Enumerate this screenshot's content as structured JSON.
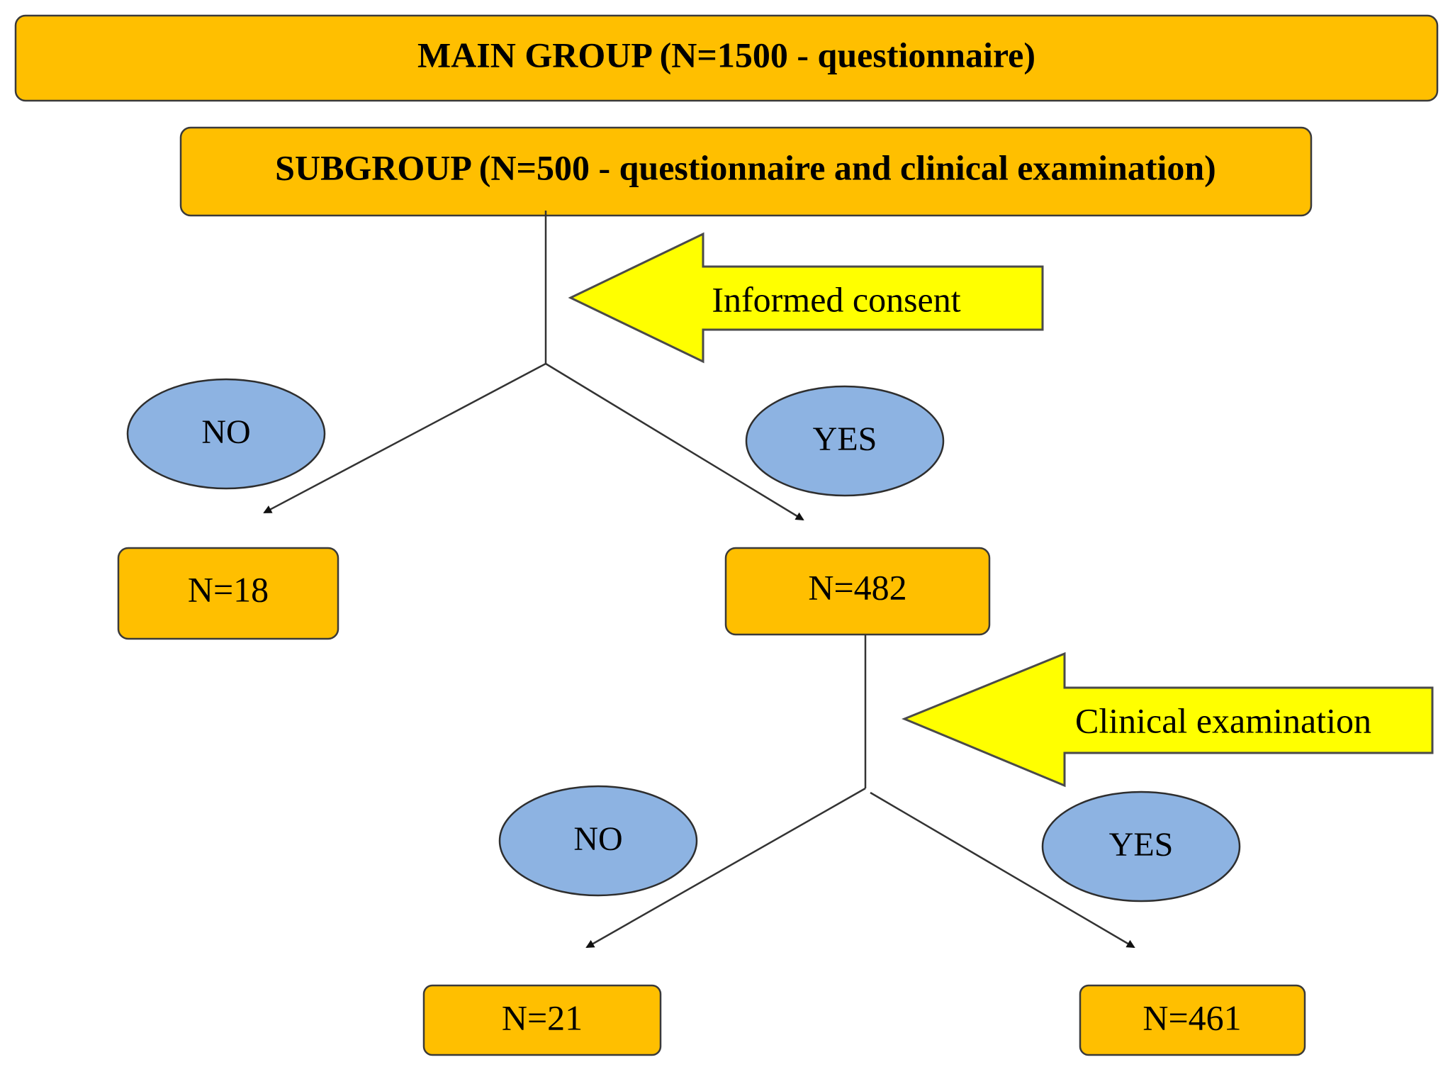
{
  "colors": {
    "box_fill": "#ffbf00",
    "box_stroke": "#3a3a3a",
    "ellipse_fill": "#8db3e2",
    "ellipse_stroke": "#2e2e2e",
    "arrow_fill": "#ffff00",
    "arrow_stroke": "#4a4a4a",
    "line": "#333333"
  },
  "main_group": {
    "label": "MAIN GROUP (N=1500 - questionnaire)"
  },
  "subgroup": {
    "label": "SUBGROUP (N=500 - questionnaire and clinical examination)"
  },
  "decision_1": {
    "arrow_label": "Informed consent",
    "no_label": "NO",
    "yes_label": "YES",
    "no_result": "N=18",
    "yes_result": "N=482"
  },
  "decision_2": {
    "arrow_label": "Clinical examination",
    "no_label": "NO",
    "yes_label": "YES",
    "no_result": "N=21",
    "yes_result": "N=461"
  }
}
